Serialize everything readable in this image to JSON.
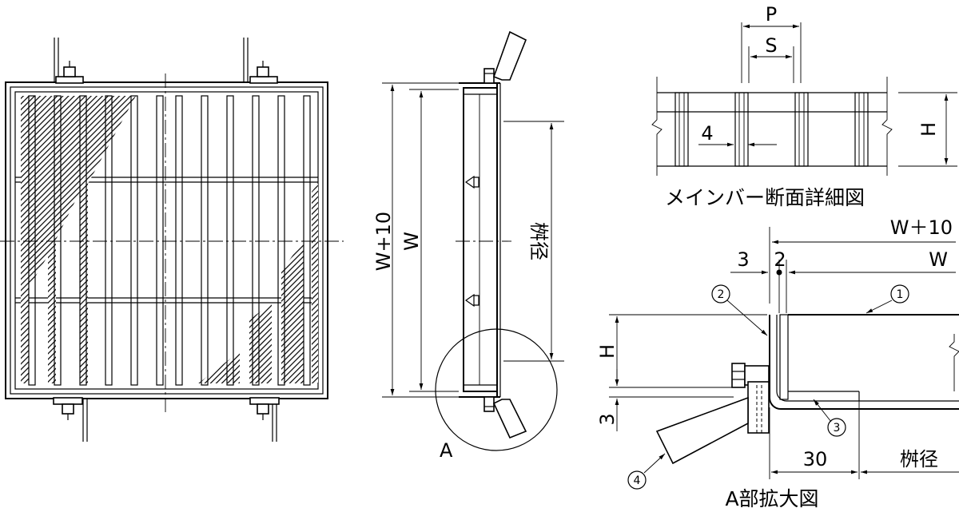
{
  "plan_view": {
    "name": "top-view-grating"
  },
  "side_view": {
    "dim_outer": "W+10",
    "dim_inner": "W",
    "dim_pit": "桝径",
    "detail_marker": "A"
  },
  "mainbar_section": {
    "dim_pitch": "P",
    "dim_spacing": "S",
    "dim_thickness": "4",
    "dim_height": "H",
    "caption": "メインバー断面詳細図"
  },
  "detail_a": {
    "dim_outer": "W＋10",
    "dim_inner": "W",
    "dim_gap_3": "3",
    "dim_gap_2": "2",
    "dim_height": "H",
    "dim_bottom_3": "3",
    "dim_30": "30",
    "dim_pit": "桝径",
    "parts": [
      "1",
      "2",
      "3",
      "4"
    ],
    "caption": "A部拡大図"
  }
}
